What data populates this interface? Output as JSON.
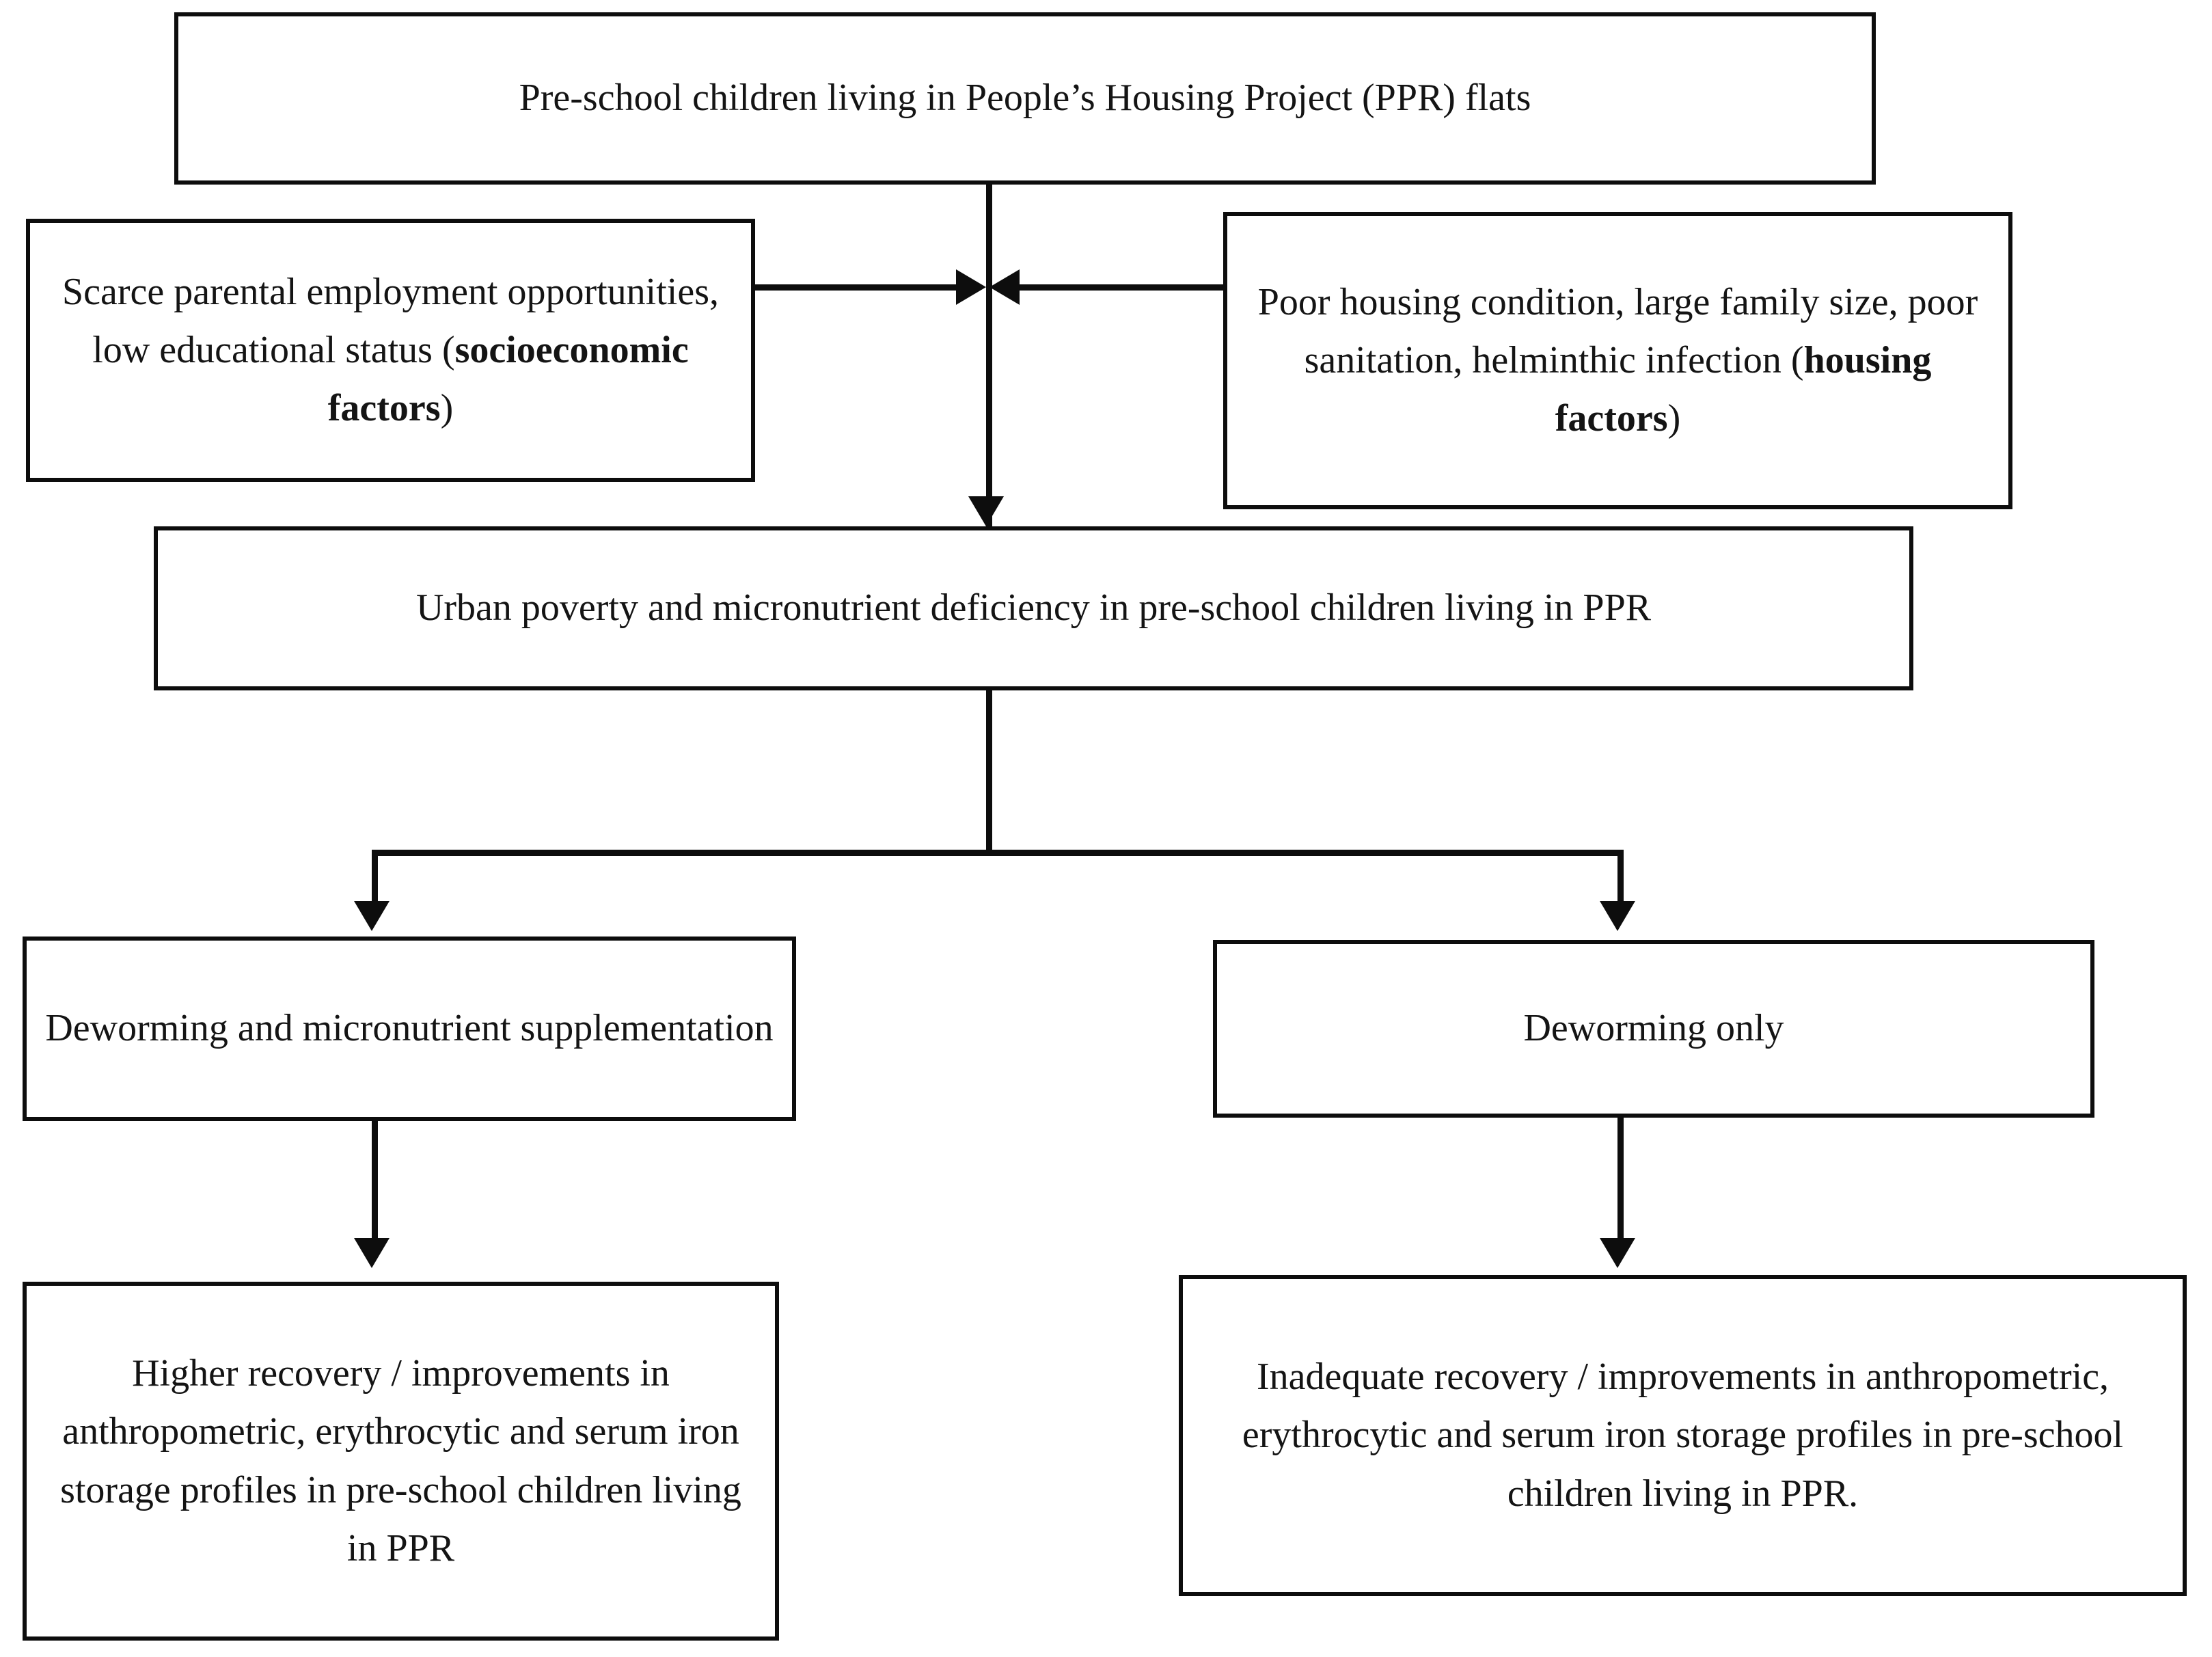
{
  "diagram": {
    "type": "flowchart",
    "orientation": "top-to-bottom",
    "nodes": {
      "population": {
        "id": "node-top",
        "text": "Pre-school children living in People’s Housing Project (PPR) flats"
      },
      "socioeconomic_factors": {
        "id": "node-socio",
        "text_plain": "Scarce parental employment opportunities, low educational status (socioeconomic factors)",
        "text_before": "Scarce parental employment opportunities, low educational status (",
        "text_bold": "socioeconomic factors",
        "text_after": ")"
      },
      "housing_factors": {
        "id": "node-housing",
        "text_plain": "Poor housing condition, large family size, poor sanitation, helminthic infection (housing factors)",
        "text_before": "Poor housing condition, large family size, poor sanitation, helminthic infection (",
        "text_bold": "housing factors",
        "text_after": ")"
      },
      "problem": {
        "id": "node-urban",
        "text": "Urban poverty and micronutrient deficiency in pre-school children living in PPR"
      },
      "intervention_a": {
        "id": "node-arm-a",
        "text": "Deworming and micronutrient supplementation"
      },
      "intervention_b": {
        "id": "node-arm-b",
        "text": "Deworming only"
      },
      "outcome_a": {
        "id": "node-out-a",
        "text": "Higher recovery / improvements in anthropometric, erythrocytic and serum iron storage profiles in pre-school children living in PPR"
      },
      "outcome_b": {
        "id": "node-out-b",
        "text": "Inadequate recovery / improvements in anthropometric, erythrocytic and serum iron storage profiles in pre-school children living in PPR."
      }
    },
    "edges": [
      {
        "from": "population",
        "to": "problem",
        "style": "solid-arrow",
        "direction": "down"
      },
      {
        "from": "socioeconomic_factors",
        "to": "population-problem-trunk",
        "style": "solid-arrow",
        "direction": "right"
      },
      {
        "from": "housing_factors",
        "to": "population-problem-trunk",
        "style": "solid-arrow",
        "direction": "left"
      },
      {
        "from": "problem",
        "to": "intervention_a",
        "style": "solid-arrow",
        "direction": "down-split-left"
      },
      {
        "from": "problem",
        "to": "intervention_b",
        "style": "solid-arrow",
        "direction": "down-split-right"
      },
      {
        "from": "intervention_a",
        "to": "outcome_a",
        "style": "solid-arrow",
        "direction": "down"
      },
      {
        "from": "intervention_b",
        "to": "outcome_b",
        "style": "solid-arrow",
        "direction": "down"
      }
    ],
    "colors": {
      "background": "#ffffff",
      "box_border": "#0d0d0d",
      "box_fill": "#ffffff",
      "text": "#141414",
      "connector": "#0d0d0d"
    }
  }
}
